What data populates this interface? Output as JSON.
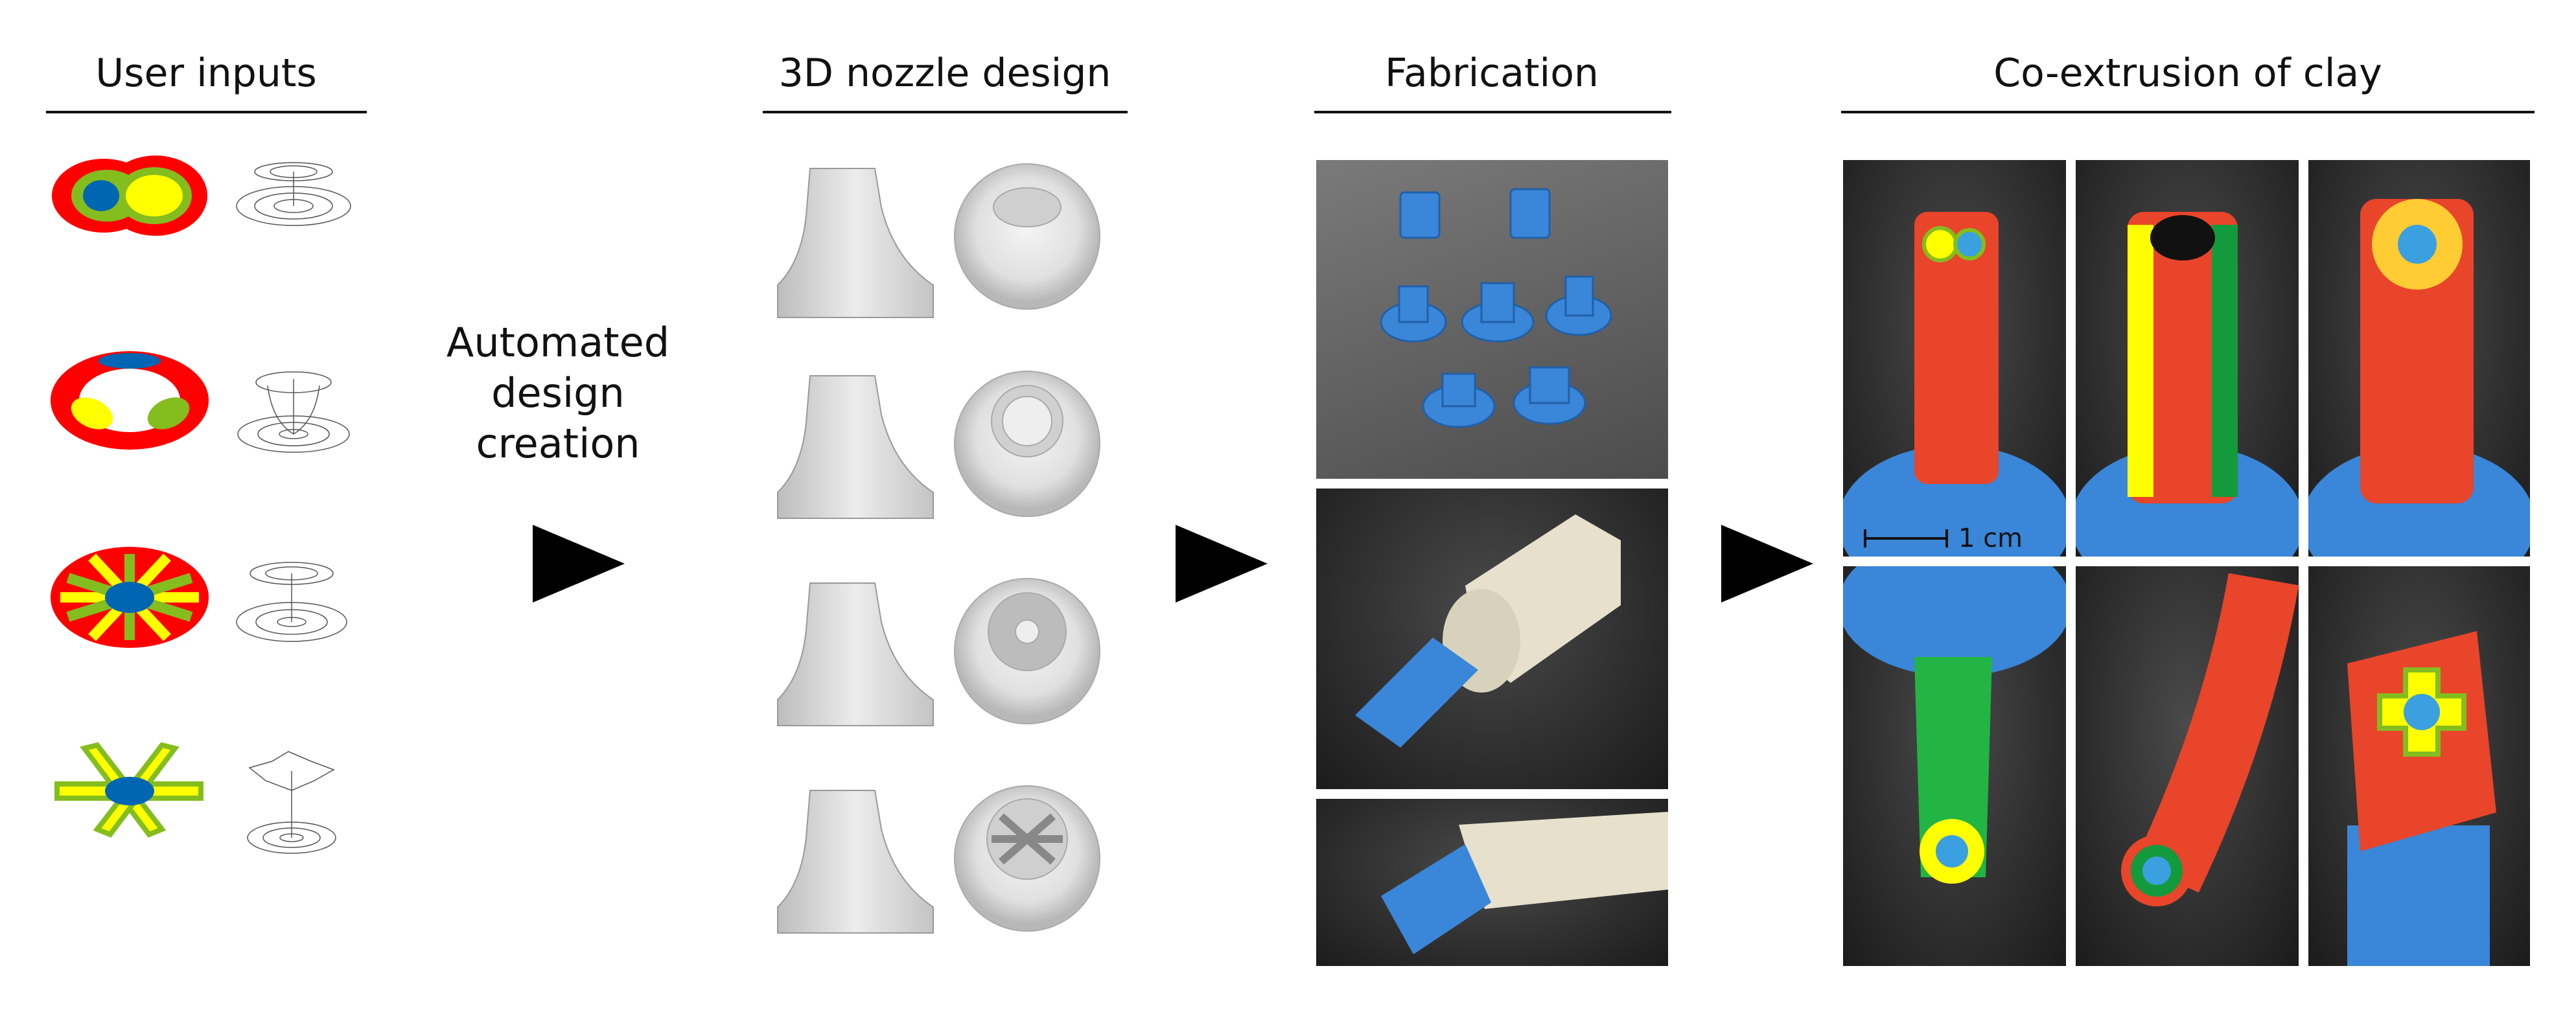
{
  "sections": {
    "user_inputs": "User inputs",
    "automated": [
      "Automated",
      "design",
      "creation"
    ],
    "nozzle_design": "3D nozzle design",
    "fabrication": "Fabrication",
    "coextrusion": "Co-extrusion of clay"
  },
  "scale_bar": "1 cm",
  "colors": {
    "red": "#ff0000",
    "green": "#84bd1e",
    "yellow": "#ffff00",
    "blue": "#0066b3",
    "print_blue": "#3a86d8",
    "clay_red": "#e8452a"
  }
}
